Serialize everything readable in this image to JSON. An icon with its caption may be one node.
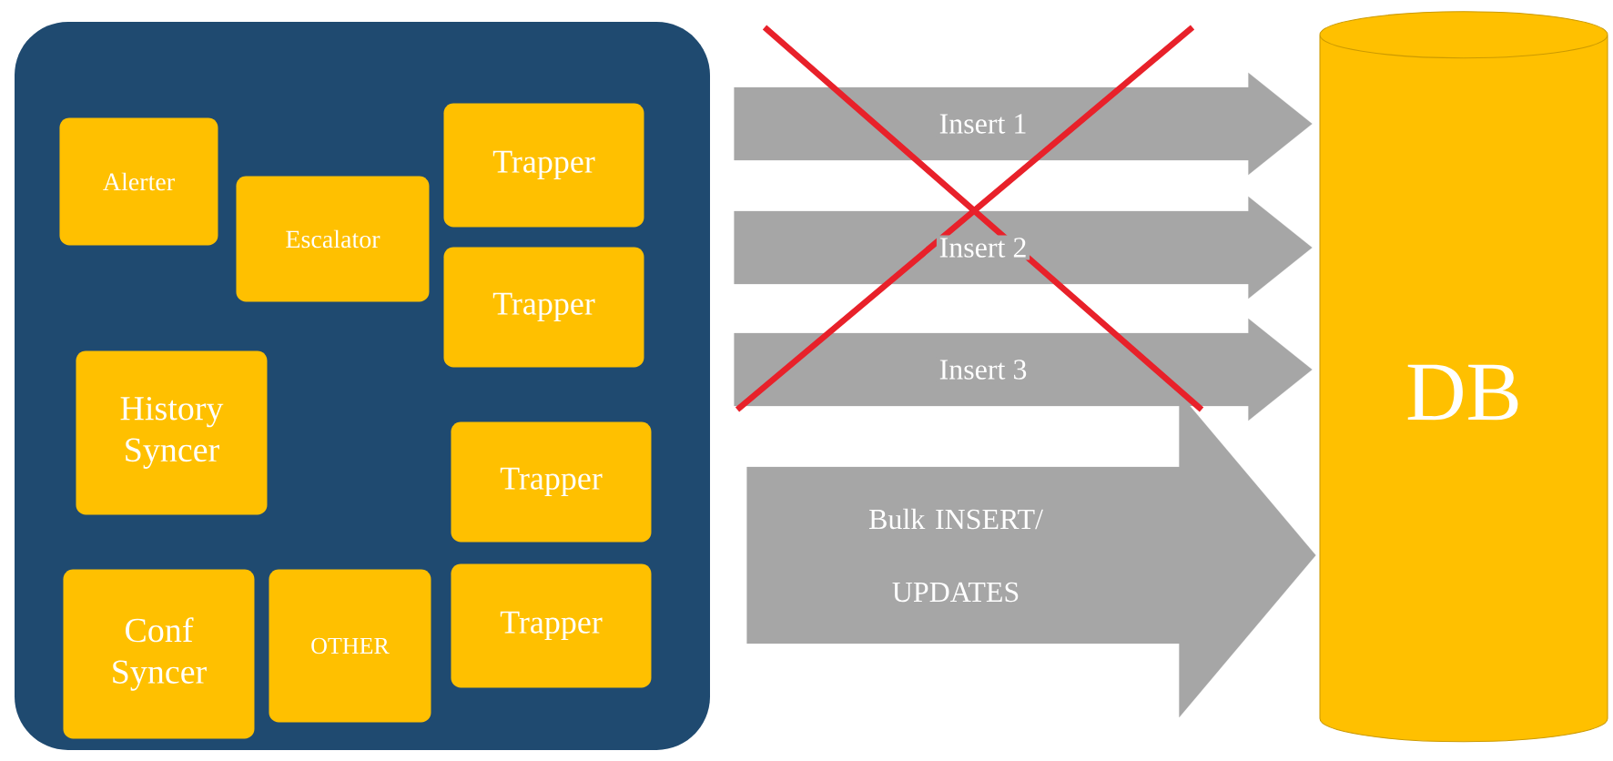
{
  "diagram": {
    "nodes": [
      {
        "text": [],
        "shape": "box"
      },
      {
        "text": [
          "Alerter"
        ],
        "in": 0
      },
      {
        "text": [
          "Trapper"
        ],
        "in": 0
      },
      {
        "text": [
          "Escalator"
        ],
        "in": 0
      },
      {
        "text": [
          "Trapper"
        ],
        "in": 0
      },
      {
        "text": [
          "History Syncer"
        ],
        "in": 0
      },
      {
        "text": [
          "Trapper"
        ],
        "in": 0
      },
      {
        "text": [
          "Conf Syncer"
        ],
        "in": 0
      },
      {
        "text": [
          "OTHER"
        ],
        "in": 0
      },
      {
        "text": [
          "Trapper"
        ],
        "in": 0
      },
      {
        "text": [
          "DB"
        ]
      }
    ],
    "edges": [
      {
        "from": 0,
        "to": 10,
        "arrow": "to",
        "label": "Insert 1"
      },
      {
        "from": 0,
        "to": 10,
        "arrow": "to",
        "label": "Insert 2"
      },
      {
        "from": 0,
        "to": 10,
        "arrow": "to",
        "label": "Insert 3"
      },
      {
        "from": 0,
        "to": 10,
        "arrow": "to",
        "label": "Bulk INSERT/ UPDATES",
        "style": "thick"
      }
    ]
  }
}
